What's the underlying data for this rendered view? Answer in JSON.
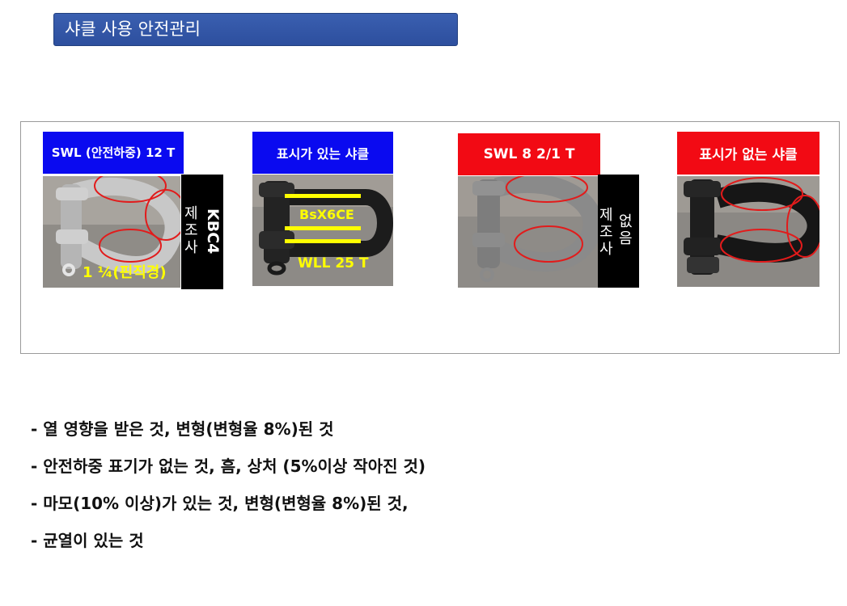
{
  "title": "샤클 사용 안전관리",
  "items": [
    {
      "label": "SWL (안전하중) 12 T",
      "side_maker_label": "제조사",
      "side_maker_value": "KBC4",
      "overlay": "1 ¼(핀직경)"
    },
    {
      "label": "표시가 있는 샤클",
      "overlay_top": "BsX6CE",
      "overlay_bottom": "WLL 25 T"
    },
    {
      "label": "SWL 8 2/1 T",
      "side_maker_label": "제조사",
      "side_maker_value": "없음"
    },
    {
      "label": "표시가 없는 샤클"
    }
  ],
  "bullets": [
    "- 열 영향을 받은 것, 변형(변형율 8%)된  것",
    "- 안전하중 표기가 없는 것, 흠, 상처  (5%이상 작아진 것)",
    "- 마모(10%  이상)가 있는 것, 변형(변형율 8%)된  것,",
    "- 균열이 있는 것"
  ],
  "colors": {
    "title_bg": "#2d4f9e",
    "label_blue": "#0a0af0",
    "label_red": "#f20a14",
    "highlight": "#ffff00",
    "marker": "#e21b1b"
  }
}
